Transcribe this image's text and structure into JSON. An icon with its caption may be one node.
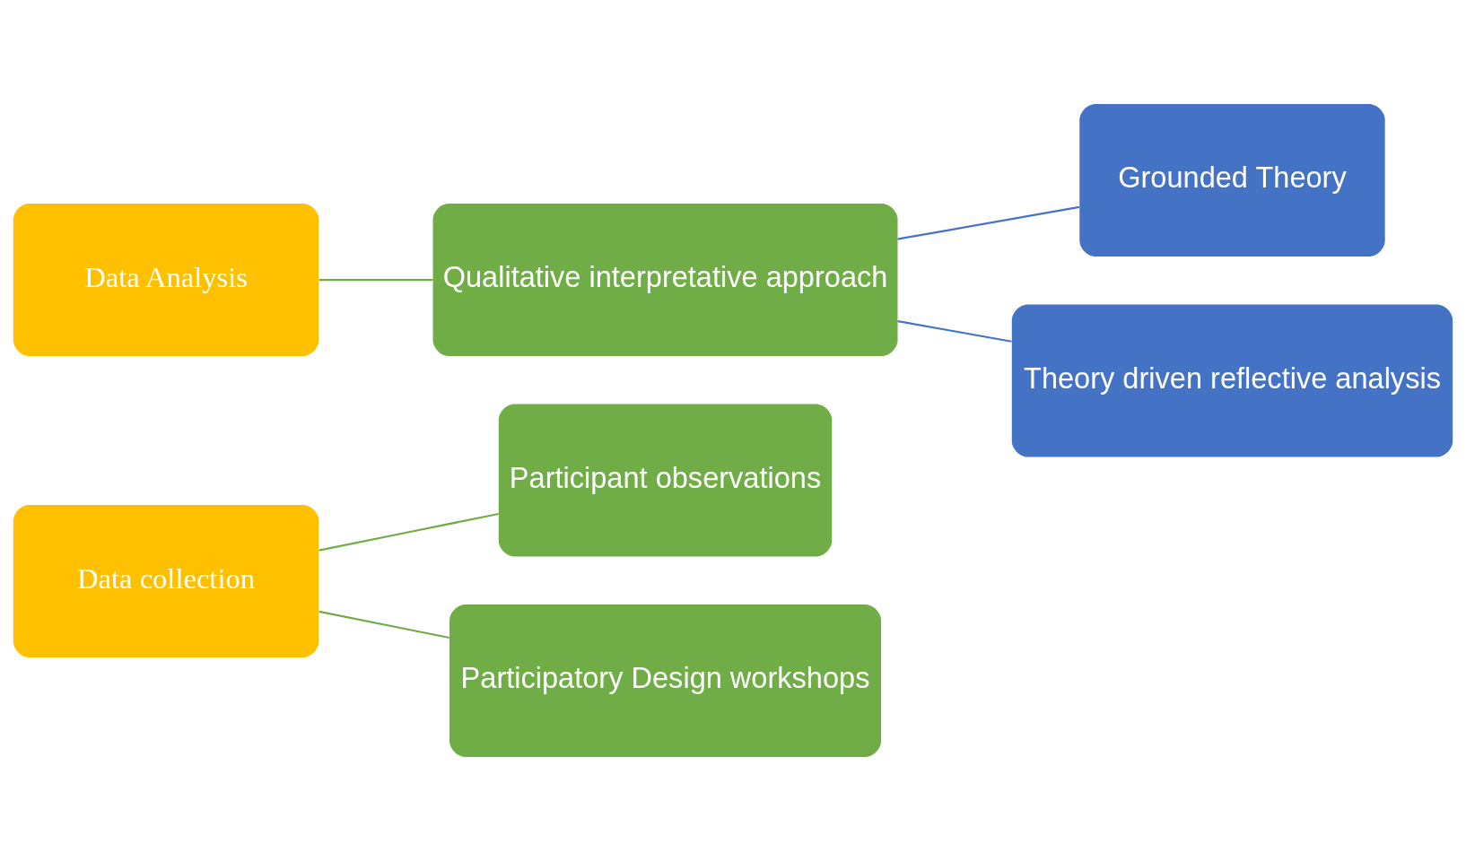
{
  "diagram": {
    "nodes": [
      {
        "text": [
          "Data collection"
        ]
      },
      {
        "text": [
          "Participant observations"
        ]
      },
      {
        "text": [
          "Participatory Design workshops"
        ]
      },
      {
        "text": [
          "Data Analysis"
        ]
      },
      {
        "text": [
          "Qualitative interpretative approach"
        ]
      },
      {
        "text": [
          "Grounded Theory"
        ]
      },
      {
        "text": [
          "Theory driven reflective analysis"
        ]
      }
    ],
    "edges": [
      {
        "from": 0,
        "to": 1,
        "arrow": "none"
      },
      {
        "from": 0,
        "to": 2,
        "arrow": "none"
      },
      {
        "from": 3,
        "to": 4,
        "arrow": "none"
      },
      {
        "from": 4,
        "to": 5,
        "arrow": "none",
        "color": "#4472c4"
      },
      {
        "from": 4,
        "to": 6,
        "arrow": "none",
        "color": "#4472c4"
      }
    ]
  }
}
